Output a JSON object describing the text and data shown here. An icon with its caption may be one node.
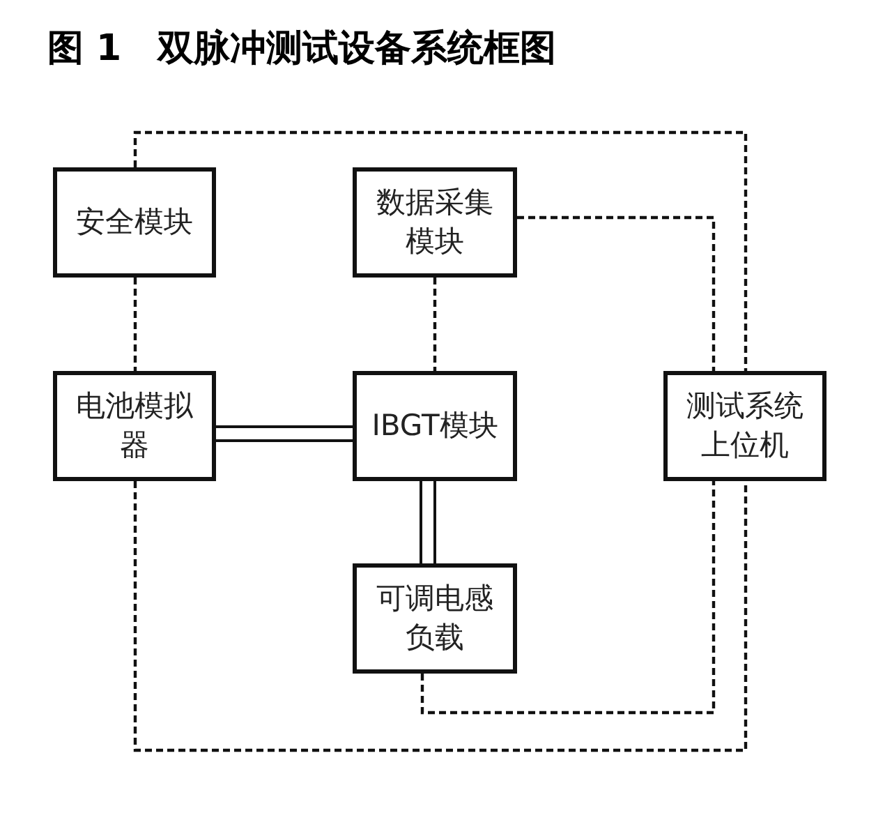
{
  "diagram": {
    "title": "图 1　双脉冲测试设备系统框图",
    "nodes": [
      {
        "text": [
          "安全模块"
        ]
      },
      {
        "text": [
          "数据采集模块"
        ]
      },
      {
        "text": [
          "电池模拟器"
        ]
      },
      {
        "text": [
          "IBGT模块"
        ]
      },
      {
        "text": [
          "测试系统上位机"
        ]
      },
      {
        "text": [
          "可调电感负载"
        ]
      }
    ],
    "edges": [
      {
        "from": 0,
        "to": 2,
        "arrow": "none",
        "style": "dashed"
      },
      {
        "from": 1,
        "to": 3,
        "arrow": "none",
        "style": "dashed"
      },
      {
        "from": 2,
        "to": 3,
        "arrow": "none"
      },
      {
        "from": 3,
        "to": 5,
        "arrow": "none"
      },
      {
        "from": 0,
        "to": 4,
        "arrow": "none",
        "style": "dashed"
      },
      {
        "from": 1,
        "to": 4,
        "arrow": "none",
        "style": "dashed"
      },
      {
        "from": 2,
        "to": 4,
        "arrow": "none",
        "style": "dashed"
      },
      {
        "from": 5,
        "to": 4,
        "arrow": "none",
        "style": "dashed"
      }
    ]
  }
}
